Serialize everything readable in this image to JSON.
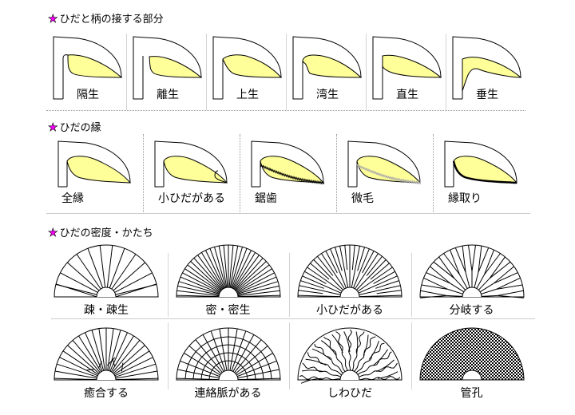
{
  "colors": {
    "star": "#ff00ff",
    "gill": "#ffff99",
    "line": "#000000"
  },
  "sections": [
    {
      "title": "ひだと柄の接する部分",
      "icon": "star-icon",
      "items": [
        {
          "label": "隔生",
          "type": "collar"
        },
        {
          "label": "離生",
          "type": "free"
        },
        {
          "label": "上生",
          "type": "adnexed"
        },
        {
          "label": "湾生",
          "type": "sinuate"
        },
        {
          "label": "直生",
          "type": "adnate"
        },
        {
          "label": "垂生",
          "type": "decurrent"
        }
      ]
    },
    {
      "title": "ひだの縁",
      "icon": "star-icon",
      "items": [
        {
          "label": "全縁",
          "type": "entire"
        },
        {
          "label": "小ひだがある",
          "type": "lamellulae"
        },
        {
          "label": "鋸歯",
          "type": "serrate"
        },
        {
          "label": "微毛",
          "type": "fimbriate"
        },
        {
          "label": "縁取り",
          "type": "marginate"
        }
      ]
    },
    {
      "title": "ひだの密度・かたち",
      "icon": "star-icon",
      "items": [
        {
          "label": "疎・疎生",
          "type": "distant"
        },
        {
          "label": "密・密生",
          "type": "crowded"
        },
        {
          "label": "小ひだがある",
          "type": "short"
        },
        {
          "label": "分岐する",
          "type": "forked"
        },
        {
          "label": "癒合する",
          "type": "anastomosing"
        },
        {
          "label": "連絡脈がある",
          "type": "veined"
        },
        {
          "label": "しわひだ",
          "type": "wrinkled"
        },
        {
          "label": "管孔",
          "type": "pores"
        }
      ]
    }
  ]
}
